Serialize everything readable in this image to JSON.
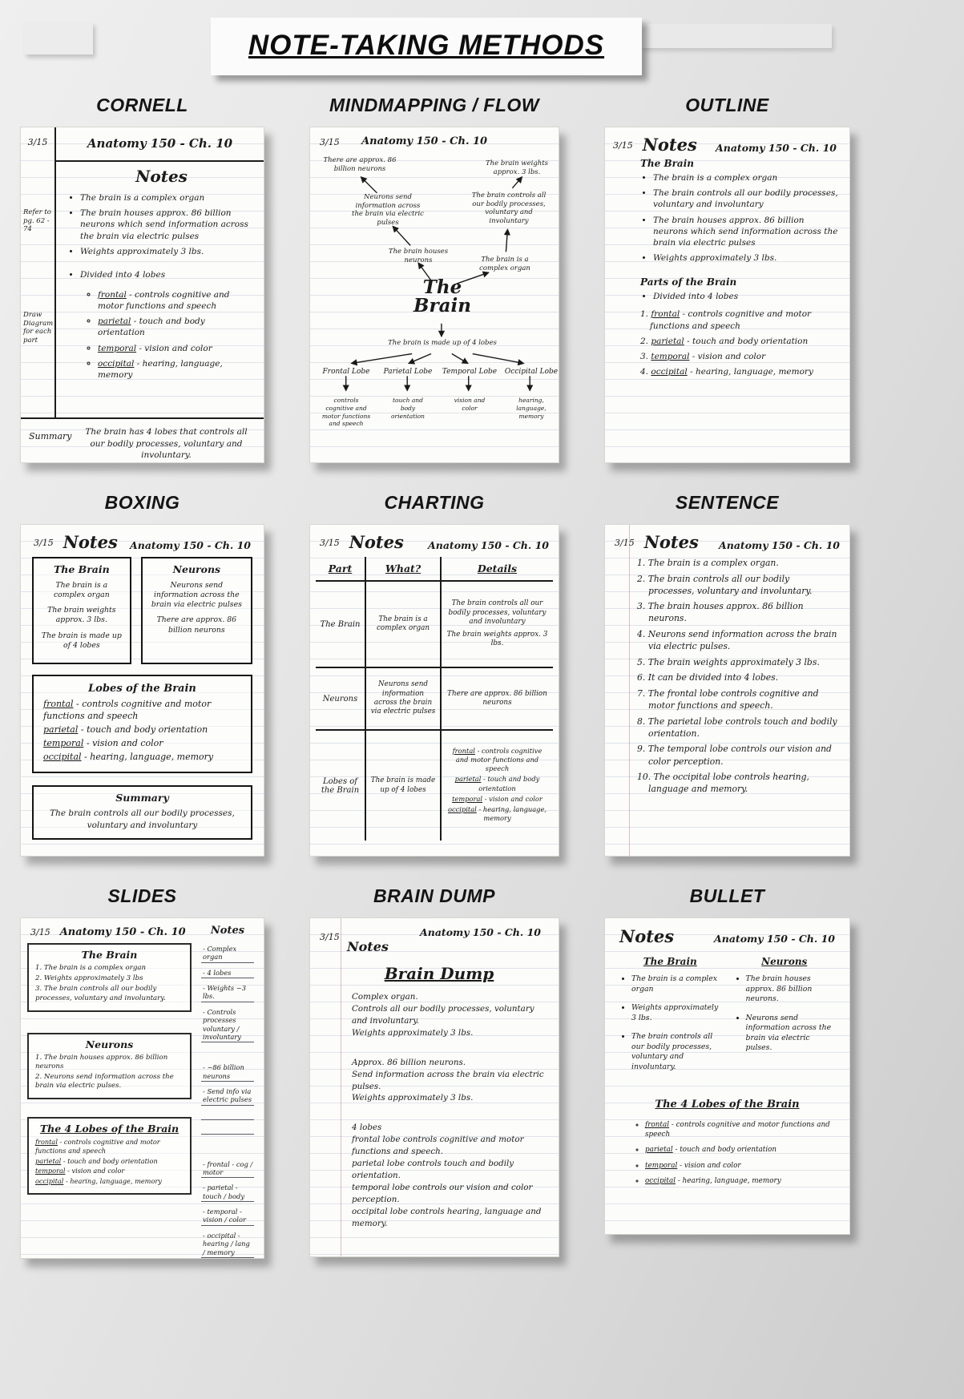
{
  "poster_title": "NOTE-TAKING METHODS",
  "common": {
    "date": "3/15",
    "course": "Anatomy 150 - Ch. 10",
    "notes_label": "Notes"
  },
  "cornell": {
    "heading": "CORNELL",
    "cue_top": "Refer to pg. 62 - 74",
    "cue_bottom": "Draw Diagram for each part",
    "bullets": [
      "The brain is a complex organ",
      "The brain houses approx. 86 billion neurons which send information across the brain via electric pulses",
      "Weights approximately 3 lbs.",
      "Divided into 4 lobes"
    ],
    "lobes": [
      {
        "term": "frontal",
        "desc": "- controls cognitive and motor functions and speech"
      },
      {
        "term": "parietal",
        "desc": "- touch and body orientation"
      },
      {
        "term": "temporal",
        "desc": "- vision and color"
      },
      {
        "term": "occipital",
        "desc": "- hearing, language, memory"
      }
    ],
    "summary_label": "Summary",
    "summary_text": "The brain has 4 lobes that controls all our bodily processes, voluntary and involuntary."
  },
  "mindmap": {
    "heading": "MINDMAPPING / FLOW",
    "center_top": "The",
    "center_bottom": "Brain",
    "node_count": "There are approx. 86 billion neurons",
    "node_send": "Neurons send information across the brain via electric pulses",
    "node_houses": "The brain houses neurons",
    "node_weight": "The brain weights approx. 3 lbs.",
    "node_controls": "The brain controls all our bodily processes, voluntary and involuntary",
    "node_complex": "The brain is a complex organ",
    "node_lobes": "The brain is made up of 4 lobes",
    "lobes": [
      "Frontal Lobe",
      "Parietal Lobe",
      "Temporal Lobe",
      "Occipital Lobe"
    ],
    "lobe_details": [
      "controls cognitive and motor functions and speech",
      "touch and body orientation",
      "vision and color",
      "hearing, language, memory"
    ]
  },
  "outline": {
    "heading": "OUTLINE",
    "section1_title": "The Brain",
    "section1_bullets": [
      "The brain is a complex organ",
      "The brain controls all our bodily processes, voluntary and involuntary",
      "The brain houses approx. 86 billion neurons which send information across the brain via electric pulses",
      "Weights approximately 3 lbs."
    ],
    "section2_title": "Parts of the Brain",
    "section2_bullet": "Divided into 4 lobes",
    "numbered": [
      {
        "num": "1.",
        "term": "frontal",
        "desc": "- controls cognitive and motor functions and speech"
      },
      {
        "num": "2.",
        "term": "parietal",
        "desc": "- touch and body orientation"
      },
      {
        "num": "3.",
        "term": "temporal",
        "desc": "- vision and color"
      },
      {
        "num": "4.",
        "term": "occipital",
        "desc": "- hearing, language, memory"
      }
    ]
  },
  "boxing": {
    "heading": "BOXING",
    "box1_title": "The Brain",
    "box1_lines": [
      "The brain is a complex organ",
      "The brain weights approx. 3 lbs.",
      "The brain is made up of 4 lobes"
    ],
    "box2_title": "Neurons",
    "box2_lines": [
      "Neurons send information across the brain via electric pulses",
      "There are approx. 86 billion neurons"
    ],
    "box3_title": "Lobes of the Brain",
    "box3_items": [
      {
        "term": "frontal",
        "desc": "- controls cognitive and motor functions and speech"
      },
      {
        "term": "parietal",
        "desc": "- touch and body orientation"
      },
      {
        "term": "temporal",
        "desc": "- vision and color"
      },
      {
        "term": "occipital",
        "desc": "- hearing, language, memory"
      }
    ],
    "box4_title": "Summary",
    "box4_text": "The brain controls all our bodily processes, voluntary and involuntary"
  },
  "charting": {
    "heading": "CHARTING",
    "headers": [
      "Part",
      "What?",
      "Details"
    ],
    "row1": {
      "part": "The Brain",
      "what": "The brain is a complex organ",
      "detail_a": "The brain controls all our bodily processes, voluntary and involuntary",
      "detail_b": "The brain weights approx. 3 lbs."
    },
    "row2": {
      "part": "Neurons",
      "what": "Neurons send information across the brain via electric pulses",
      "detail_a": "There are approx. 86 billion neurons"
    },
    "row3": {
      "part": "Lobes of the Brain",
      "what": "The brain is made up of 4 lobes",
      "items": [
        {
          "term": "frontal",
          "desc": "- controls cognitive and motor functions and speech"
        },
        {
          "term": "parietal",
          "desc": "- touch and body orientation"
        },
        {
          "term": "temporal",
          "desc": "- vision and color"
        },
        {
          "term": "occipital",
          "desc": "- hearing, language, memory"
        }
      ]
    }
  },
  "sentence": {
    "heading": "SENTENCE",
    "lines": [
      "1. The brain is a complex organ.",
      "2. The brain controls all our bodily processes, voluntary and involuntary.",
      "3. The brain houses approx. 86 billion neurons.",
      "4. Neurons send information across the brain via electric pulses.",
      "5. The brain weights approximately 3 lbs.",
      "6. It can be divided into 4 lobes.",
      "7. The frontal lobe controls cognitive and motor functions and speech.",
      "8. The parietal lobe controls touch and bodily orientation.",
      "9. The temporal lobe controls our vision and color perception.",
      "10. The occipital lobe controls hearing, language and memory."
    ]
  },
  "slides": {
    "heading": "SLIDES",
    "slide1_title": "The Brain",
    "slide1_lines": [
      "1. The brain is a complex organ",
      "2. Weights approximately 3 lbs",
      "3. The brain controls all our bodily processes, voluntary and involuntary."
    ],
    "notes1": [
      "Complex organ",
      "4 lobes",
      "Weights ~3 lbs.",
      "Controls processes voluntary / involuntary"
    ],
    "slide2_title": "Neurons",
    "slide2_lines": [
      "1. The brain houses approx. 86 billion neurons",
      "2. Neurons send information across the brain via electric pulses."
    ],
    "notes2": [
      "~86 billion neurons",
      "Send info via electric pulses"
    ],
    "slide3_title": "The 4 Lobes of the Brain",
    "slide3_items": [
      {
        "term": "frontal",
        "desc": "- controls cognitive and motor functions and speech"
      },
      {
        "term": "parietal",
        "desc": "- touch and body orientation"
      },
      {
        "term": "temporal",
        "desc": "- vision and color"
      },
      {
        "term": "occipital",
        "desc": "- hearing, language, memory"
      }
    ],
    "notes3": [
      "frontal - cog / motor",
      "parietal - touch / body",
      "temporal - vision / color",
      "occipital - hearing / lang / memory"
    ]
  },
  "braindump": {
    "heading": "BRAIN DUMP",
    "title": "Brain Dump",
    "block1": [
      "Complex organ.",
      "Controls all our bodily processes, voluntary and involuntary.",
      "Weights approximately 3 lbs."
    ],
    "block2": [
      "Approx. 86 billion neurons.",
      "Send information across the brain via electric pulses.",
      "Weights approximately 3 lbs."
    ],
    "block3": [
      "4 lobes",
      "frontal lobe controls cognitive and motor functions and speech.",
      "parietal lobe controls touch and bodily orientation.",
      "temporal lobe controls our vision and color perception.",
      "occipital lobe controls hearing, language and memory."
    ]
  },
  "bullet": {
    "heading": "BULLET",
    "col1_title": "The Brain",
    "col1_items": [
      "The brain is a complex organ",
      "Weights approximately 3 lbs.",
      "The brain controls all our bodily processes, voluntary and involuntary."
    ],
    "col2_title": "Neurons",
    "col2_items": [
      "The brain houses approx. 86 billion neurons.",
      "Neurons send information across the brain via electric pulses."
    ],
    "lobes_title": "The 4 Lobes of the Brain",
    "lobes_items": [
      {
        "term": "frontal",
        "desc": "- controls cognitive and motor functions and speech"
      },
      {
        "term": "parietal",
        "desc": "- touch and body orientation"
      },
      {
        "term": "temporal",
        "desc": "- vision and color"
      },
      {
        "term": "occipital",
        "desc": "- hearing, language, memory"
      }
    ]
  }
}
